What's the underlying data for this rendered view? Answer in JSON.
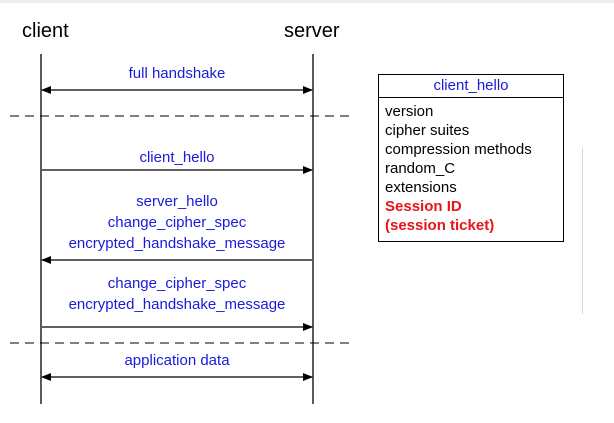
{
  "lanes": {
    "client": "client",
    "server": "server"
  },
  "messages": {
    "full_handshake": "full handshake",
    "client_hello": "client_hello",
    "server_reply": [
      "server_hello",
      "change_cipher_spec",
      "encrypted_handshake_message"
    ],
    "client_finish": [
      "change_cipher_spec",
      "encrypted_handshake_message"
    ],
    "application_data": "application data"
  },
  "client_hello_box": {
    "title": "client_hello",
    "fields": [
      "version",
      "cipher suites",
      "compression methods",
      "random_C",
      "extensions"
    ],
    "highlighted_fields": [
      "Session ID",
      "(session ticket)"
    ]
  },
  "colors": {
    "message_text": "#1a1adb",
    "highlight": "#e8141a",
    "lines": "#000000"
  }
}
